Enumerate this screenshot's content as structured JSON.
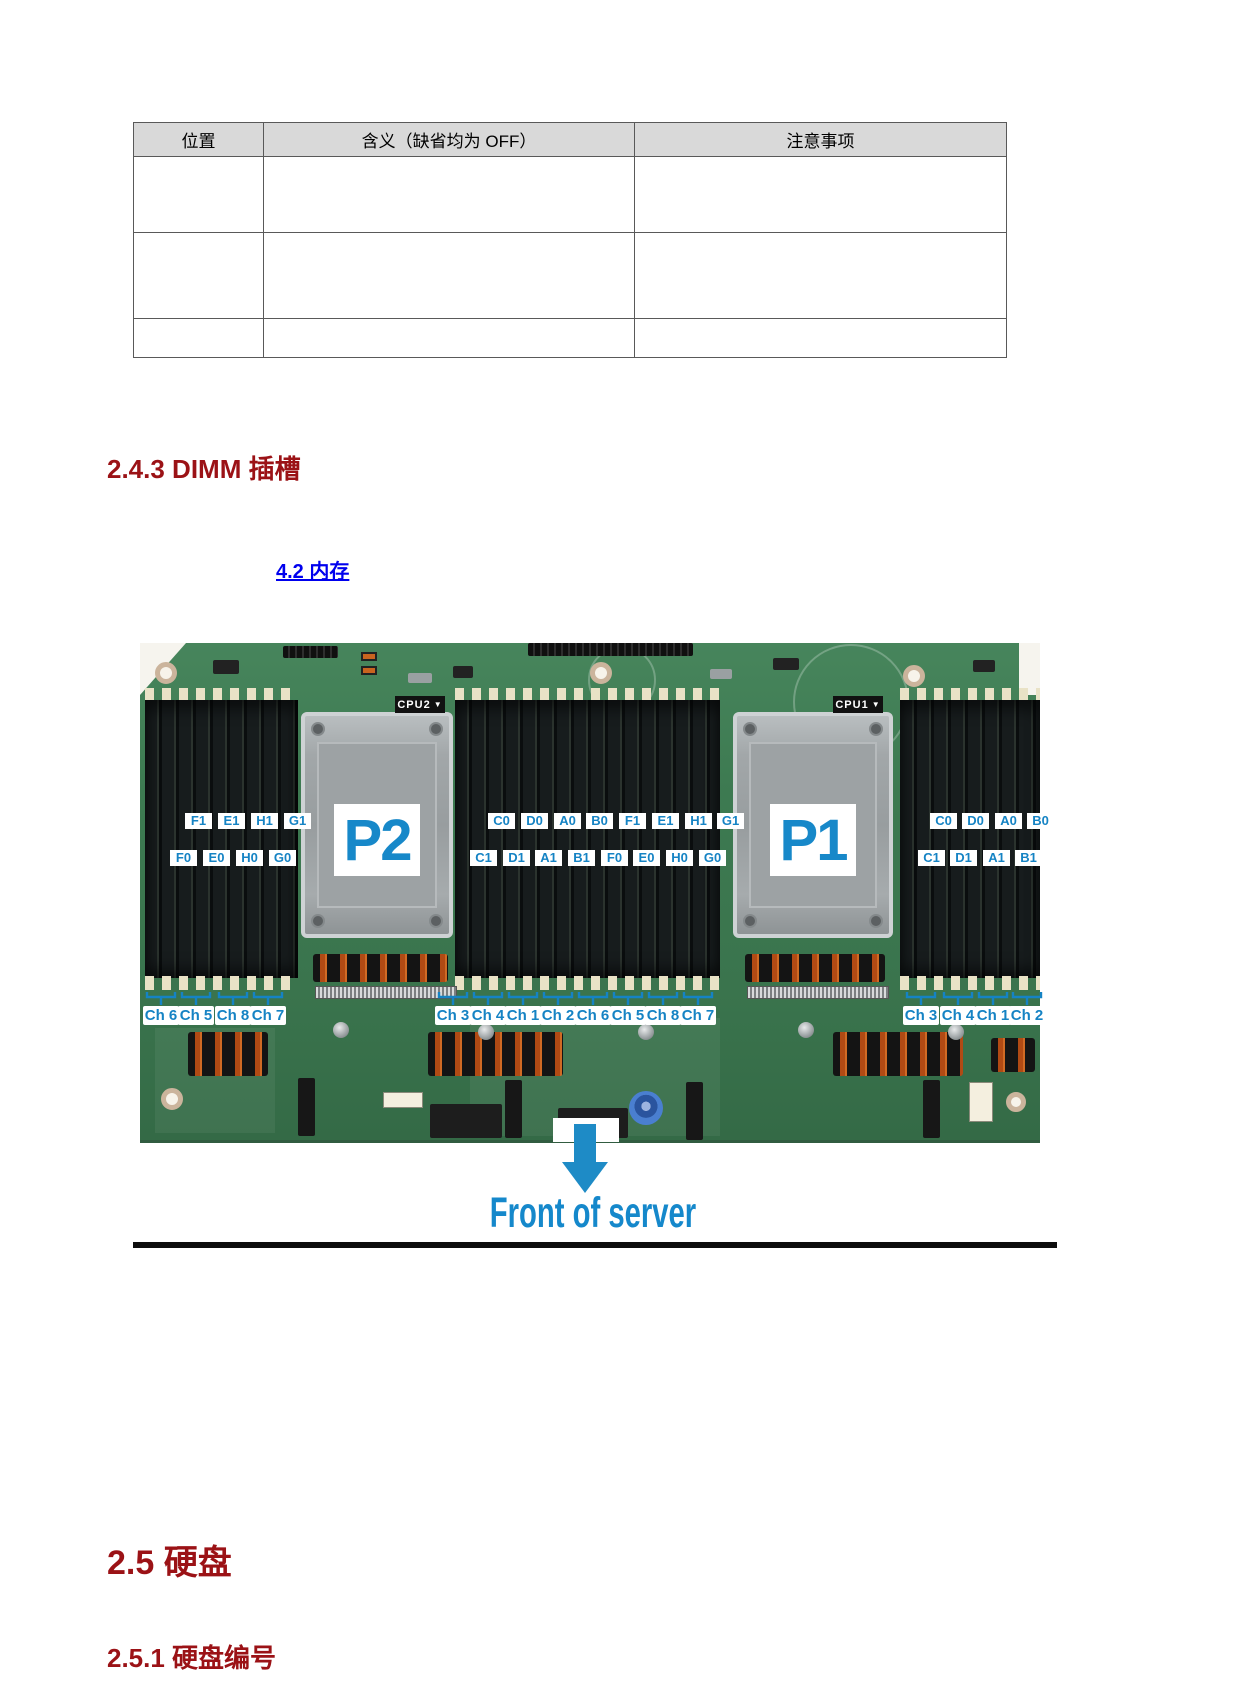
{
  "table": {
    "headers": [
      "位置",
      "含义（缺省均为 OFF）",
      "注意事项"
    ],
    "rows": [
      [
        "",
        "",
        ""
      ],
      [
        "",
        "",
        ""
      ],
      [
        "",
        "",
        ""
      ]
    ]
  },
  "sections": {
    "h243": "2.4.3  DIMM 插槽",
    "link_42": "4.2  内存",
    "h25": "2.5  硬盘",
    "h251": "2.5.1  硬盘编号"
  },
  "figure": {
    "cpu2_tag": "CPU2",
    "cpu1_tag": "CPU1",
    "p2": "P2",
    "p1": "P1",
    "front_of_server": "Front of server",
    "banks": [
      {
        "name": "left",
        "top_labels": [
          "F1",
          "E1",
          "H1",
          "G1"
        ],
        "bottom_labels": [
          "F0",
          "E0",
          "H0",
          "G0"
        ],
        "channels": [
          "Ch 6",
          "Ch 5",
          "Ch 8",
          "Ch 7"
        ]
      },
      {
        "name": "middle",
        "top_labels": [
          "C0",
          "D0",
          "A0",
          "B0",
          "F1",
          "E1",
          "H1",
          "G1"
        ],
        "bottom_labels": [
          "C1",
          "D1",
          "A1",
          "B1",
          "F0",
          "E0",
          "H0",
          "G0"
        ],
        "channels": [
          "Ch 3",
          "Ch 4",
          "Ch 1",
          "Ch 2",
          "Ch 6",
          "Ch 5",
          "Ch 8",
          "Ch 7"
        ]
      },
      {
        "name": "right",
        "top_labels": [
          "C0",
          "D0",
          "A0",
          "B0"
        ],
        "bottom_labels": [
          "C1",
          "D1",
          "A1",
          "B1"
        ],
        "channels": [
          "Ch 3",
          "Ch 4",
          "Ch 1",
          "Ch 2"
        ]
      }
    ]
  },
  "colors": {
    "heading_red": "#9b1216",
    "link_blue": "#0000ee",
    "label_blue": "#1583c4",
    "pcb_green": "#3d7a51",
    "header_gray": "#d9d9d9"
  }
}
